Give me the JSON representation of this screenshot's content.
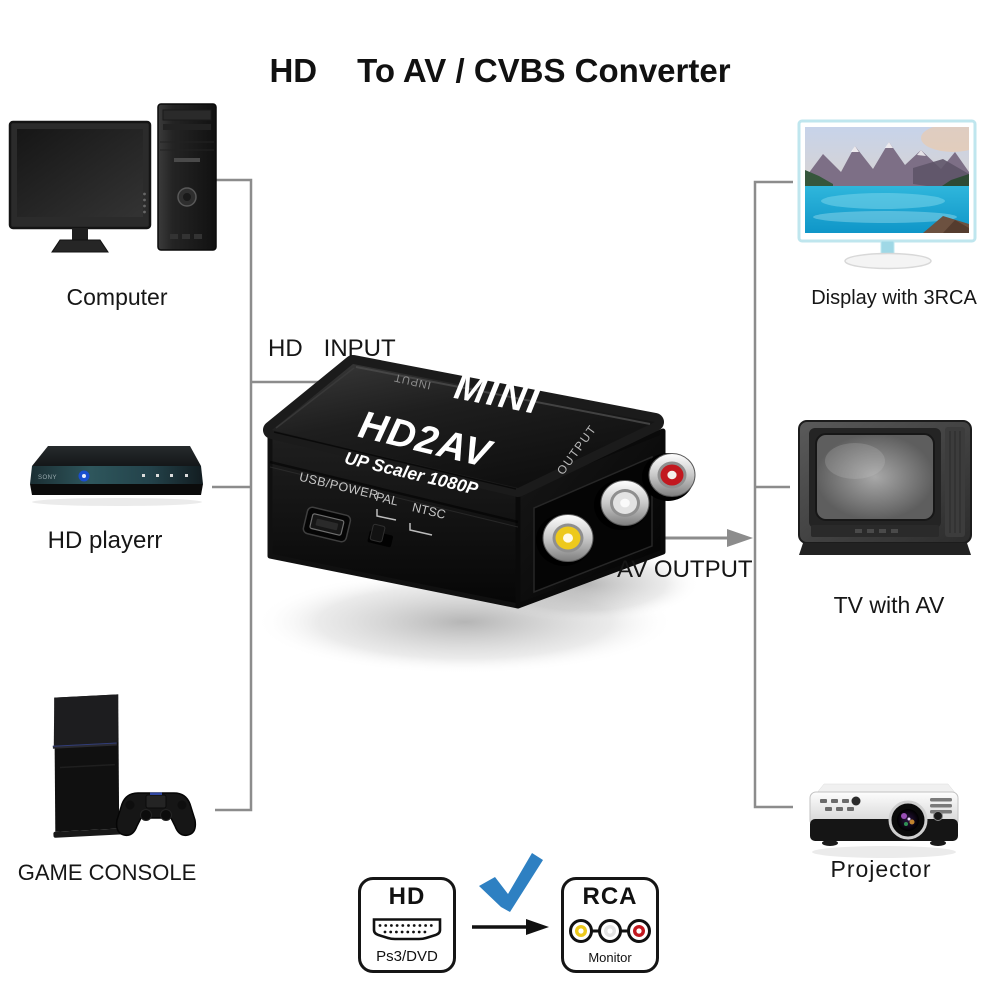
{
  "title": {
    "hd": "HD",
    "rest": "To AV / CVBS Converter"
  },
  "left_devices": [
    {
      "id": "computer",
      "label": "Computer"
    },
    {
      "id": "hd-player",
      "label": "HD playerr",
      "brand": "SONY"
    },
    {
      "id": "game-console",
      "label": "GAME CONSOLE"
    }
  ],
  "right_devices": [
    {
      "id": "display-3rca",
      "label": "Display with 3RCA"
    },
    {
      "id": "tv-av",
      "label": "TV with AV"
    },
    {
      "id": "projector",
      "label": "Projector"
    }
  ],
  "annotations": {
    "hd": "HD",
    "input": "INPUT",
    "av_output": "AV OUTPUT"
  },
  "converter": {
    "brand": "MINI",
    "model": "HD2AV",
    "subtitle": "UP Scaler 1080P",
    "engravings": {
      "input": "INPUT",
      "output": "OUTPUT",
      "usb_power": "USB/POWER",
      "pal": "PAL",
      "ntsc": "NTSC"
    }
  },
  "legend": {
    "hd_box": {
      "title": "HD",
      "caption": "Ps3/DVD"
    },
    "rca_box": {
      "title": "RCA",
      "caption": "Monitor"
    }
  },
  "colors": {
    "connector_line": "#8c8c8c",
    "check_blue": "#2e80c2",
    "rca_yellow": "#edc91c",
    "rca_white": "#e3e3e3",
    "rca_red": "#c2181f",
    "title_text": "#111111"
  }
}
